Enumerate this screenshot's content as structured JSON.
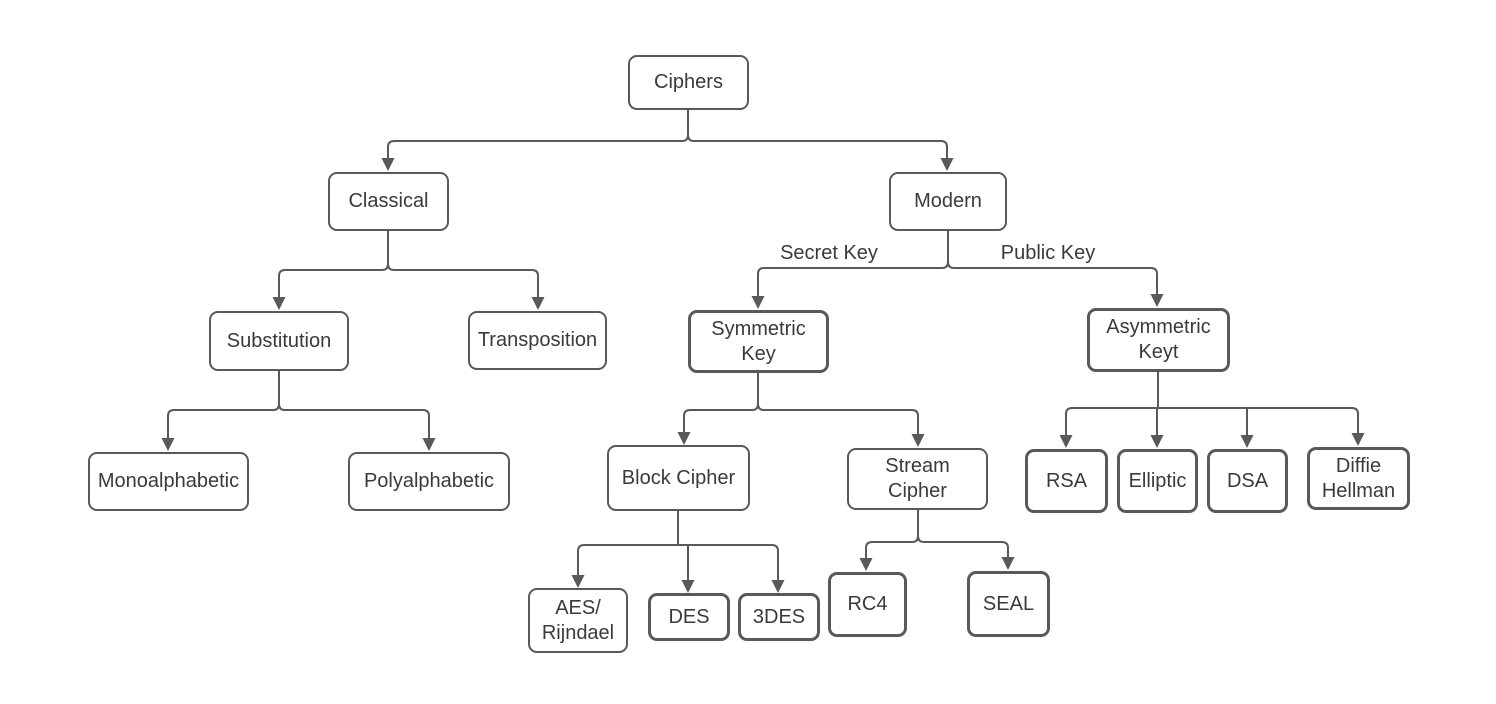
{
  "diagram": {
    "type": "tree-flowchart",
    "colors": {
      "background": "#ffffff",
      "line": "#595959",
      "node_border": "#595959",
      "node_fill": "#ffffff",
      "text": "#3a3a3a"
    },
    "nodes": {
      "ciphers": {
        "label": "Ciphers"
      },
      "classical": {
        "label": "Classical"
      },
      "modern": {
        "label": "Modern"
      },
      "substitution": {
        "label": "Substitution"
      },
      "transposition": {
        "label": "Transposition"
      },
      "monoalphabetic": {
        "label": "Monoalphabetic"
      },
      "polyalphabetic": {
        "label": "Polyalphabetic"
      },
      "symmetric_key": {
        "label": "Symmetric\nKey"
      },
      "asymmetric_keyt": {
        "label": "Asymmetric\nKeyt"
      },
      "block_cipher": {
        "label": "Block Cipher"
      },
      "stream_cipher": {
        "label": "Stream\nCipher"
      },
      "aes_rijndael": {
        "label": "AES/\nRijndael"
      },
      "des": {
        "label": "DES"
      },
      "triple_des": {
        "label": "3DES"
      },
      "rc4": {
        "label": "RC4"
      },
      "seal": {
        "label": "SEAL"
      },
      "rsa": {
        "label": "RSA"
      },
      "elliptic": {
        "label": "Elliptic"
      },
      "dsa": {
        "label": "DSA"
      },
      "diffie_hellman": {
        "label": "Diffie\nHellman"
      }
    },
    "edge_labels": {
      "secret_key": "Secret Key",
      "public_key": "Public Key"
    },
    "edges": [
      {
        "from": "ciphers",
        "to": "classical"
      },
      {
        "from": "ciphers",
        "to": "modern"
      },
      {
        "from": "classical",
        "to": "substitution"
      },
      {
        "from": "classical",
        "to": "transposition"
      },
      {
        "from": "substitution",
        "to": "monoalphabetic"
      },
      {
        "from": "substitution",
        "to": "polyalphabetic"
      },
      {
        "from": "modern",
        "to": "symmetric_key",
        "label": "Secret Key"
      },
      {
        "from": "modern",
        "to": "asymmetric_keyt",
        "label": "Public Key"
      },
      {
        "from": "symmetric_key",
        "to": "block_cipher"
      },
      {
        "from": "symmetric_key",
        "to": "stream_cipher"
      },
      {
        "from": "block_cipher",
        "to": "aes_rijndael"
      },
      {
        "from": "block_cipher",
        "to": "des"
      },
      {
        "from": "block_cipher",
        "to": "triple_des"
      },
      {
        "from": "stream_cipher",
        "to": "rc4"
      },
      {
        "from": "stream_cipher",
        "to": "seal"
      },
      {
        "from": "asymmetric_keyt",
        "to": "rsa"
      },
      {
        "from": "asymmetric_keyt",
        "to": "elliptic"
      },
      {
        "from": "asymmetric_keyt",
        "to": "dsa"
      },
      {
        "from": "asymmetric_keyt",
        "to": "diffie_hellman"
      }
    ]
  }
}
